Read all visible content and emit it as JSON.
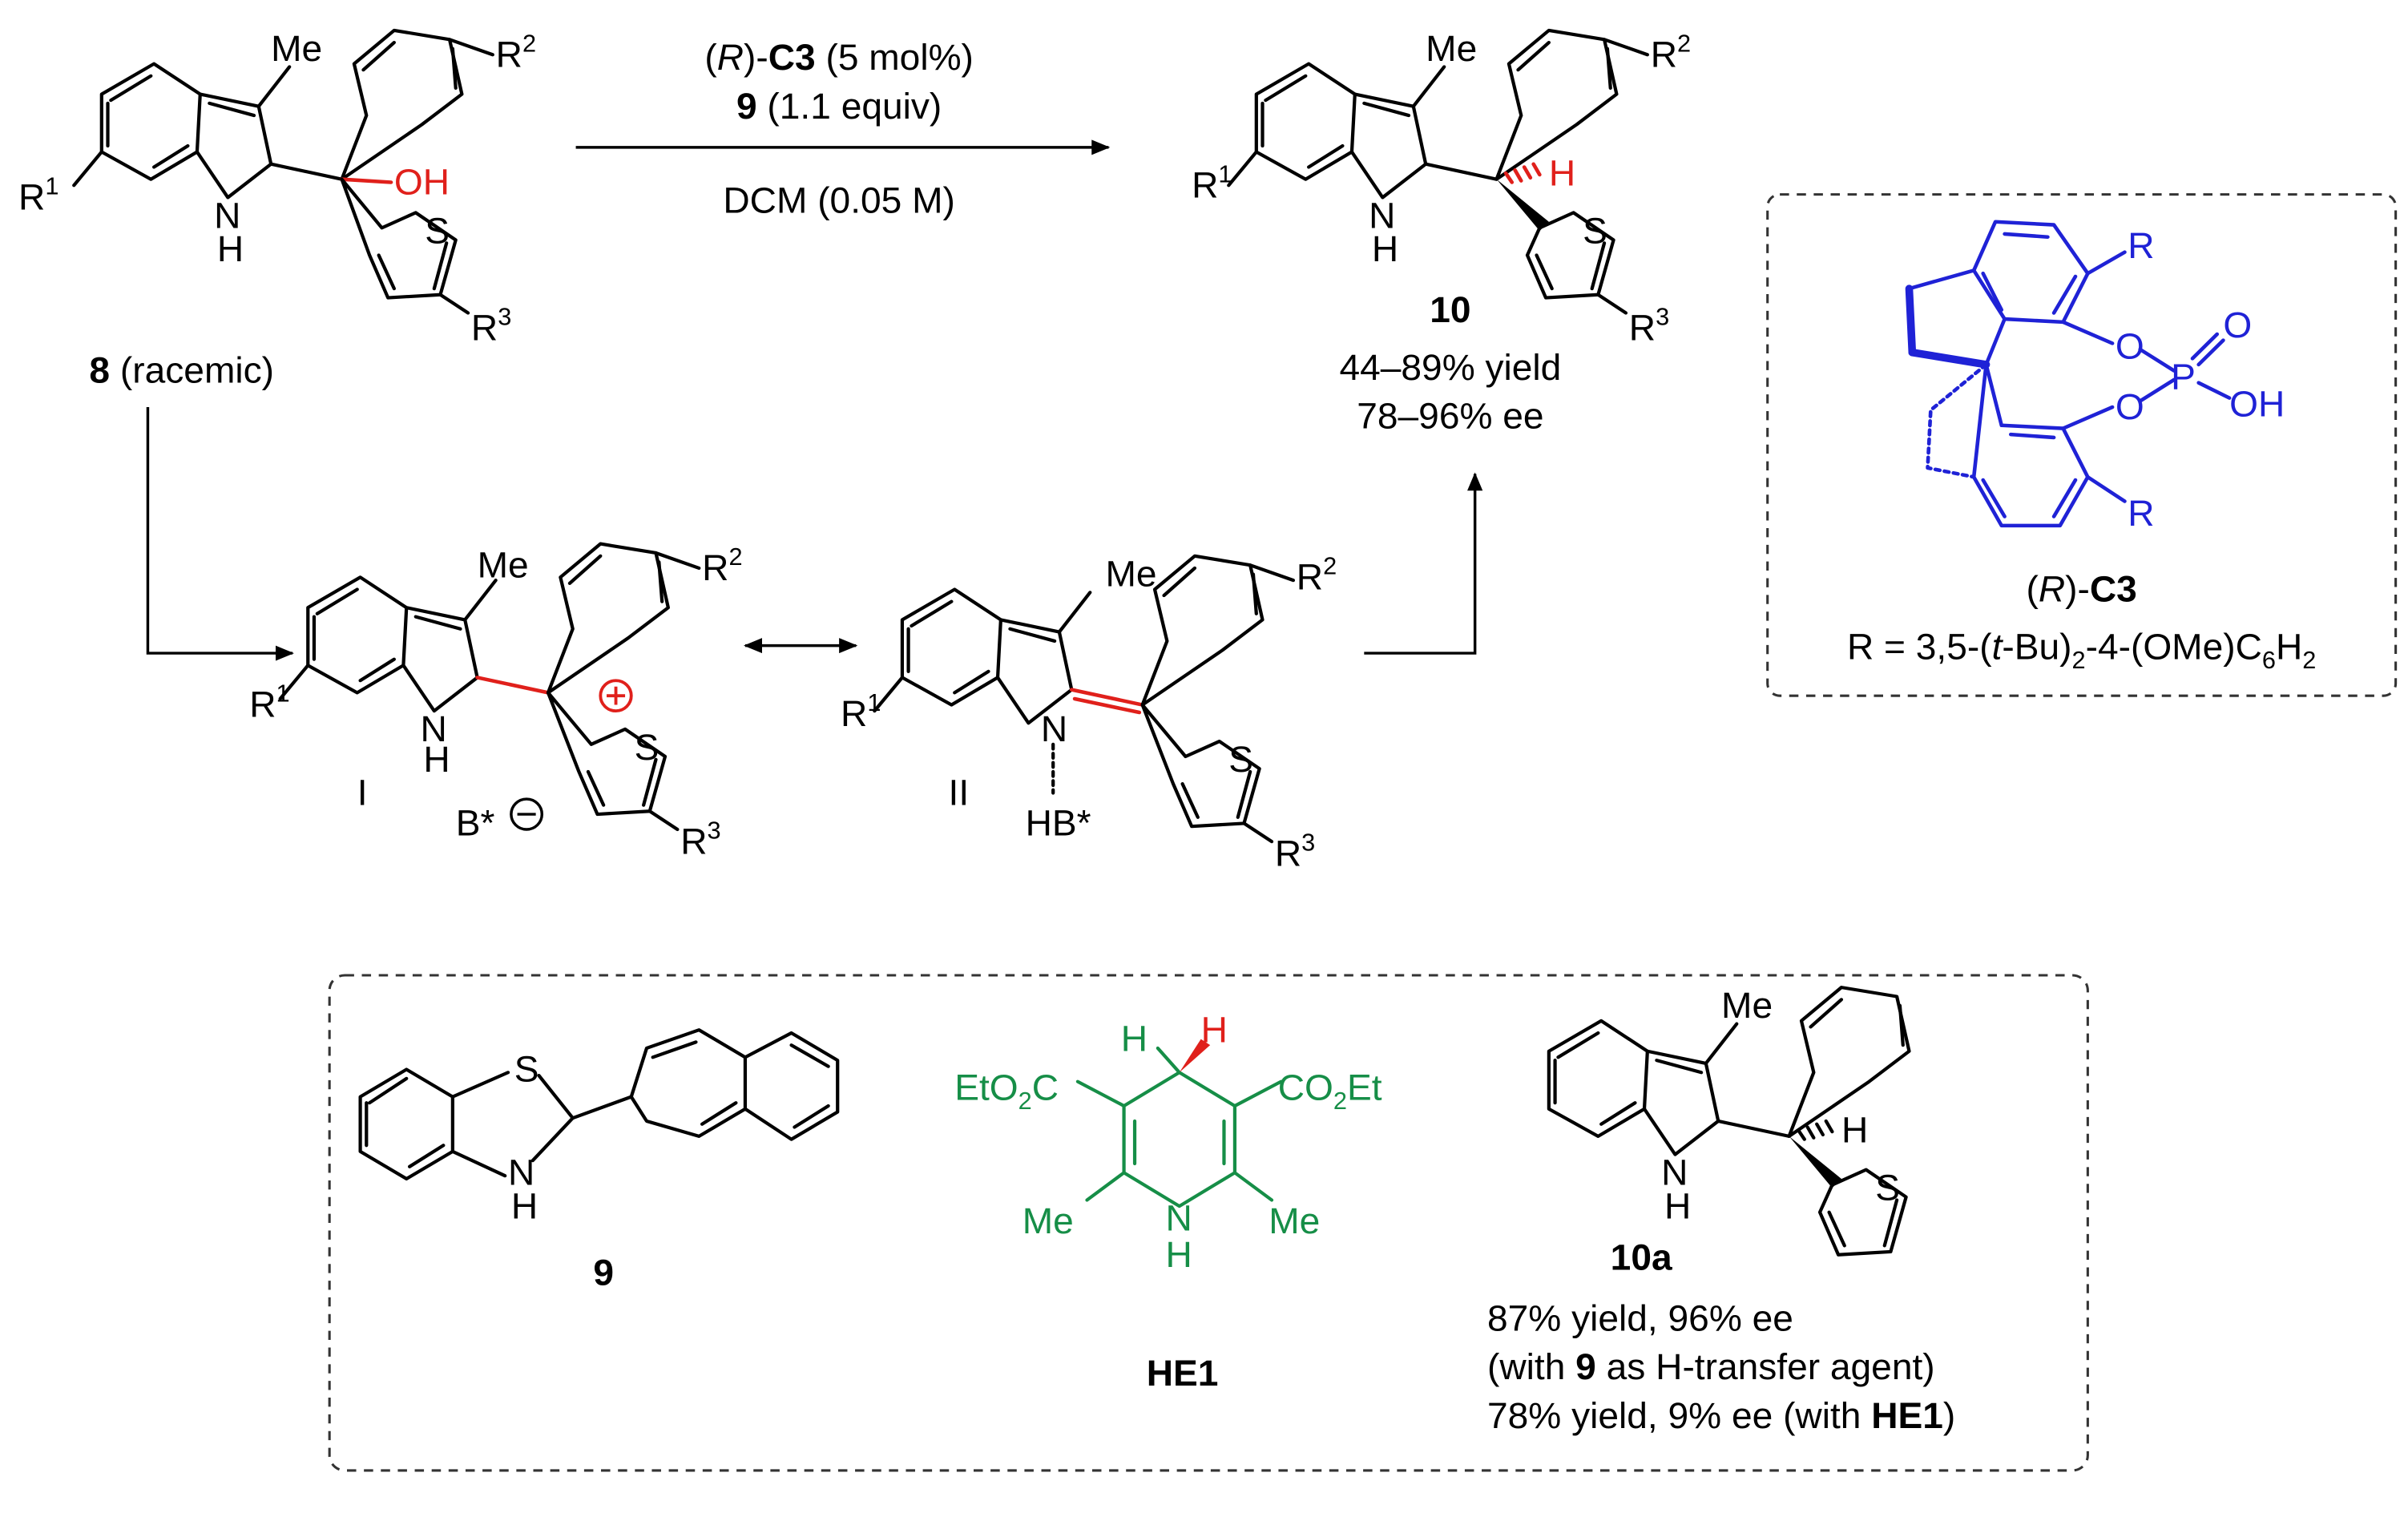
{
  "reaction": {
    "catalyst": {
      "prefix": "(",
      "chirality": "R",
      "mid": ")-",
      "name": "C3",
      "loading": " (5 mol%)"
    },
    "reagent": {
      "name": "9",
      "amount": " (1.1 equiv)"
    },
    "solvent": "DCM (0.05 M)"
  },
  "substrate": {
    "id": "8",
    "descriptor": " (racemic)",
    "labels": {
      "methyl": "Me",
      "r1": "R",
      "r1_sup": "1",
      "r2": "R",
      "r2_sup": "2",
      "r3": "R",
      "r3_sup": "3",
      "nh_n": "N",
      "nh_h": "H",
      "oh": "OH",
      "s": "S"
    }
  },
  "product": {
    "id": "10",
    "yield": "44–89% yield",
    "ee": "78–96% ee",
    "labels": {
      "methyl": "Me",
      "r1": "R",
      "r1_sup": "1",
      "r2": "R",
      "r2_sup": "2",
      "r3": "R",
      "r3_sup": "3",
      "nh_n": "N",
      "nh_h": "H",
      "h": "H",
      "s": "S"
    }
  },
  "intermediates": [
    {
      "id": "I",
      "counterion": "B*",
      "labels": {
        "methyl": "Me",
        "r1": "R",
        "r1_sup": "1",
        "r2": "R",
        "r2_sup": "2",
        "r3": "R",
        "r3_sup": "3",
        "nh_n": "N",
        "nh_h": "H",
        "s": "S"
      }
    },
    {
      "id": "II",
      "acid": "HB*",
      "labels": {
        "methyl": "Me",
        "r1": "R",
        "r1_sup": "1",
        "r2": "R",
        "r2_sup": "2",
        "r3": "R",
        "r3_sup": "3",
        "n": "N",
        "s": "S"
      }
    }
  ],
  "catalyst_box": {
    "name_prefix": "(",
    "name_chirality": "R",
    "name_mid": ")-",
    "name_bold": "C3",
    "r_def": {
      "p1": "R = 3,5-(",
      "italic": "t",
      "p2": "-Bu)",
      "sub1": "2",
      "p3": "-4-(OMe)C",
      "sub2": "6",
      "p4": "H",
      "sub3": "2"
    },
    "atoms": {
      "r_top": "R",
      "r_bottom": "R",
      "o1": "O",
      "o2": "O",
      "p": "P",
      "o_double": "O",
      "oh": "OH"
    }
  },
  "bottom_box": {
    "compound_9": {
      "id": "9",
      "labels": {
        "s": "S",
        "n": "N",
        "h": "H"
      }
    },
    "hantzsch": {
      "id": "HE1",
      "labels": {
        "eto2c": "EtO",
        "eto2c_sub": "2",
        "eto2c_c": "C",
        "co2et": "CO",
        "co2et_sub": "2",
        "co2et_et": "Et",
        "me_left": "Me",
        "me_right": "Me",
        "n": "N",
        "nh": "H",
        "h_left": "H",
        "h_right": "H"
      }
    },
    "compound_10a": {
      "id": "10a",
      "result1": "87% yield, 96% ee",
      "result2_a": "(with ",
      "result2_b": "9",
      "result2_c": " as H-transfer agent)",
      "result3_a": "78% yield, 9% ee (with ",
      "result3_b": "HE1",
      "result3_c": ")",
      "labels": {
        "methyl": "Me",
        "n": "N",
        "nh": "H",
        "h": "H",
        "s": "S"
      }
    }
  },
  "colors": {
    "highlight": "#e0201b",
    "catalyst": "#1f22d6",
    "hantzsch": "#168e47"
  }
}
